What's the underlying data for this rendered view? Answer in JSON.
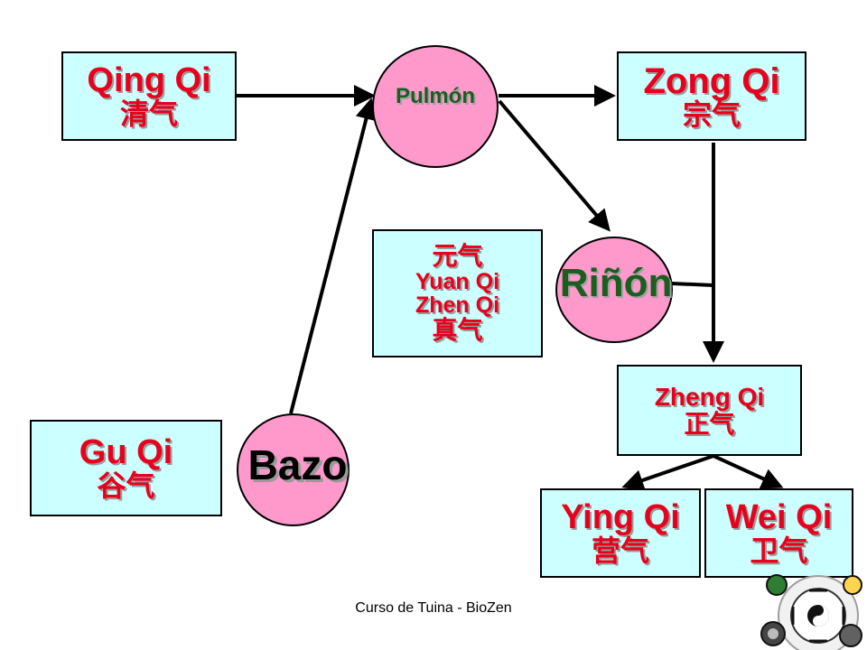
{
  "nodes": {
    "qing_qi": {
      "name": "Qing Qi",
      "hanzi": "清气"
    },
    "zong_qi": {
      "name": "Zong Qi",
      "hanzi": "宗气"
    },
    "yuan_qi": {
      "hanzi_top": "元气",
      "name1": "Yuan Qi",
      "name2": "Zhen Qi",
      "hanzi_bottom": "真气"
    },
    "zheng_qi": {
      "name": "Zheng Qi",
      "hanzi": "正气"
    },
    "gu_qi": {
      "name": "Gu Qi",
      "hanzi": "谷气"
    },
    "ying_qi": {
      "name": "Ying Qi",
      "hanzi": "营气"
    },
    "wei_qi": {
      "name": "Wei Qi",
      "hanzi": "卫气"
    },
    "pulmon": {
      "label": "Pulmón"
    },
    "rinon": {
      "label": "Riñón"
    },
    "bazo": {
      "label": "Bazo"
    }
  },
  "footer": {
    "text": "Curso de Tuina - BioZen"
  },
  "colors": {
    "box_fill": "#ccffff",
    "circle_fill": "#ff99cc",
    "title_red": "#e8001c",
    "organ_green": "#1b5e20"
  },
  "icons": {
    "logo": "yin-yang-bagua-logo"
  }
}
